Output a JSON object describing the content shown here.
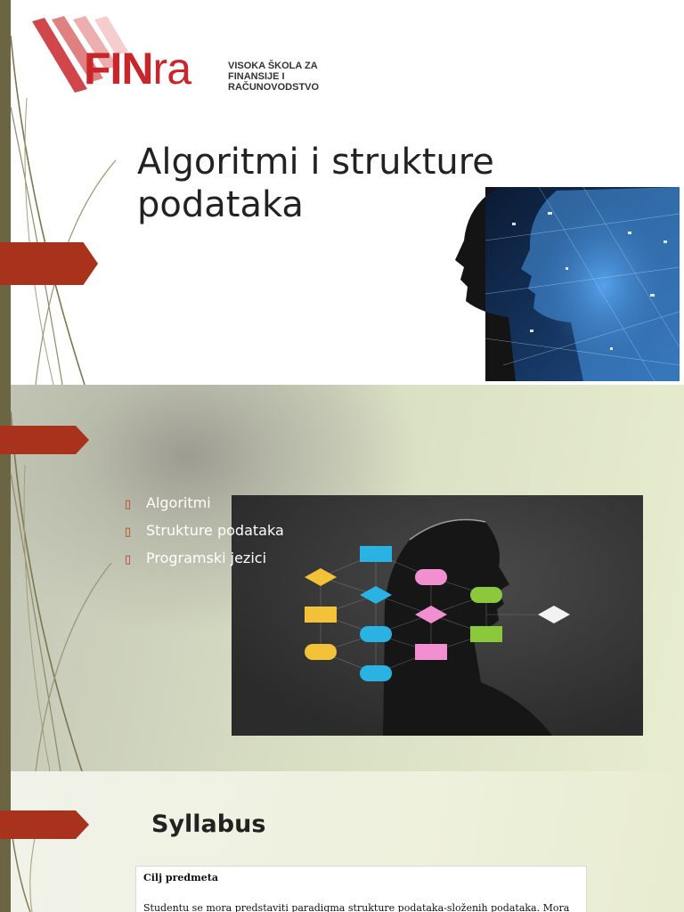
{
  "slide1": {
    "logo": {
      "word_main": "FIN",
      "word_suffix": "ra",
      "subtitle_lines": [
        "VISOKA ŠKOLA ZA",
        "FINANSIJE I",
        "RAČUNOVODSTVO"
      ],
      "brand_color": "#c8262a"
    },
    "title_line1": "Algoritmi i strukture",
    "title_line2": "podataka"
  },
  "slide2": {
    "bullets": [
      "Algoritmi",
      "Strukture podataka",
      "Programski jezici"
    ],
    "bullet_glyph": "▯"
  },
  "slide3": {
    "heading": "Syllabus",
    "doc_heading": "Cilj predmeta",
    "doc_text": "Studentu se mora predstaviti paradigma strukture podataka-složenih podataka. Mora"
  },
  "colors": {
    "accent_arrow": "#a8321c",
    "left_bar": "#6b6544"
  }
}
